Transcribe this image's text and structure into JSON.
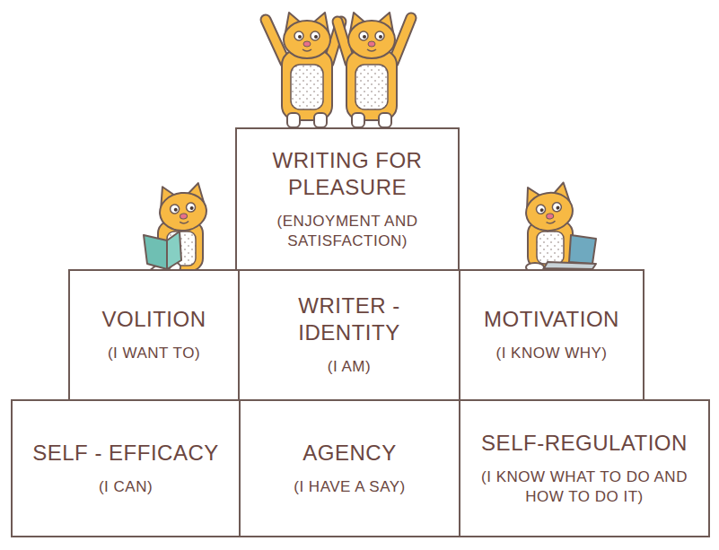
{
  "diagram": {
    "nodes": [
      {
        "text": [
          "WRITING FOR PLEASURE",
          "(ENJOYMENT AND SATISFACTION)"
        ]
      },
      {
        "text": [
          "VOLITION",
          "(I WANT TO)"
        ]
      },
      {
        "text": [
          "WRITER - IDENTITY",
          "(I AM)"
        ]
      },
      {
        "text": [
          "MOTIVATION",
          "(I KNOW WHY)"
        ]
      },
      {
        "text": [
          "SELF - EFFICACY",
          "(I CAN)"
        ]
      },
      {
        "text": [
          "AGENCY",
          "(I HAVE A SAY)"
        ]
      },
      {
        "text": [
          "SELF-REGULATION",
          "(I KNOW WHAT TO DO AND HOW TO DO IT)"
        ]
      }
    ]
  }
}
